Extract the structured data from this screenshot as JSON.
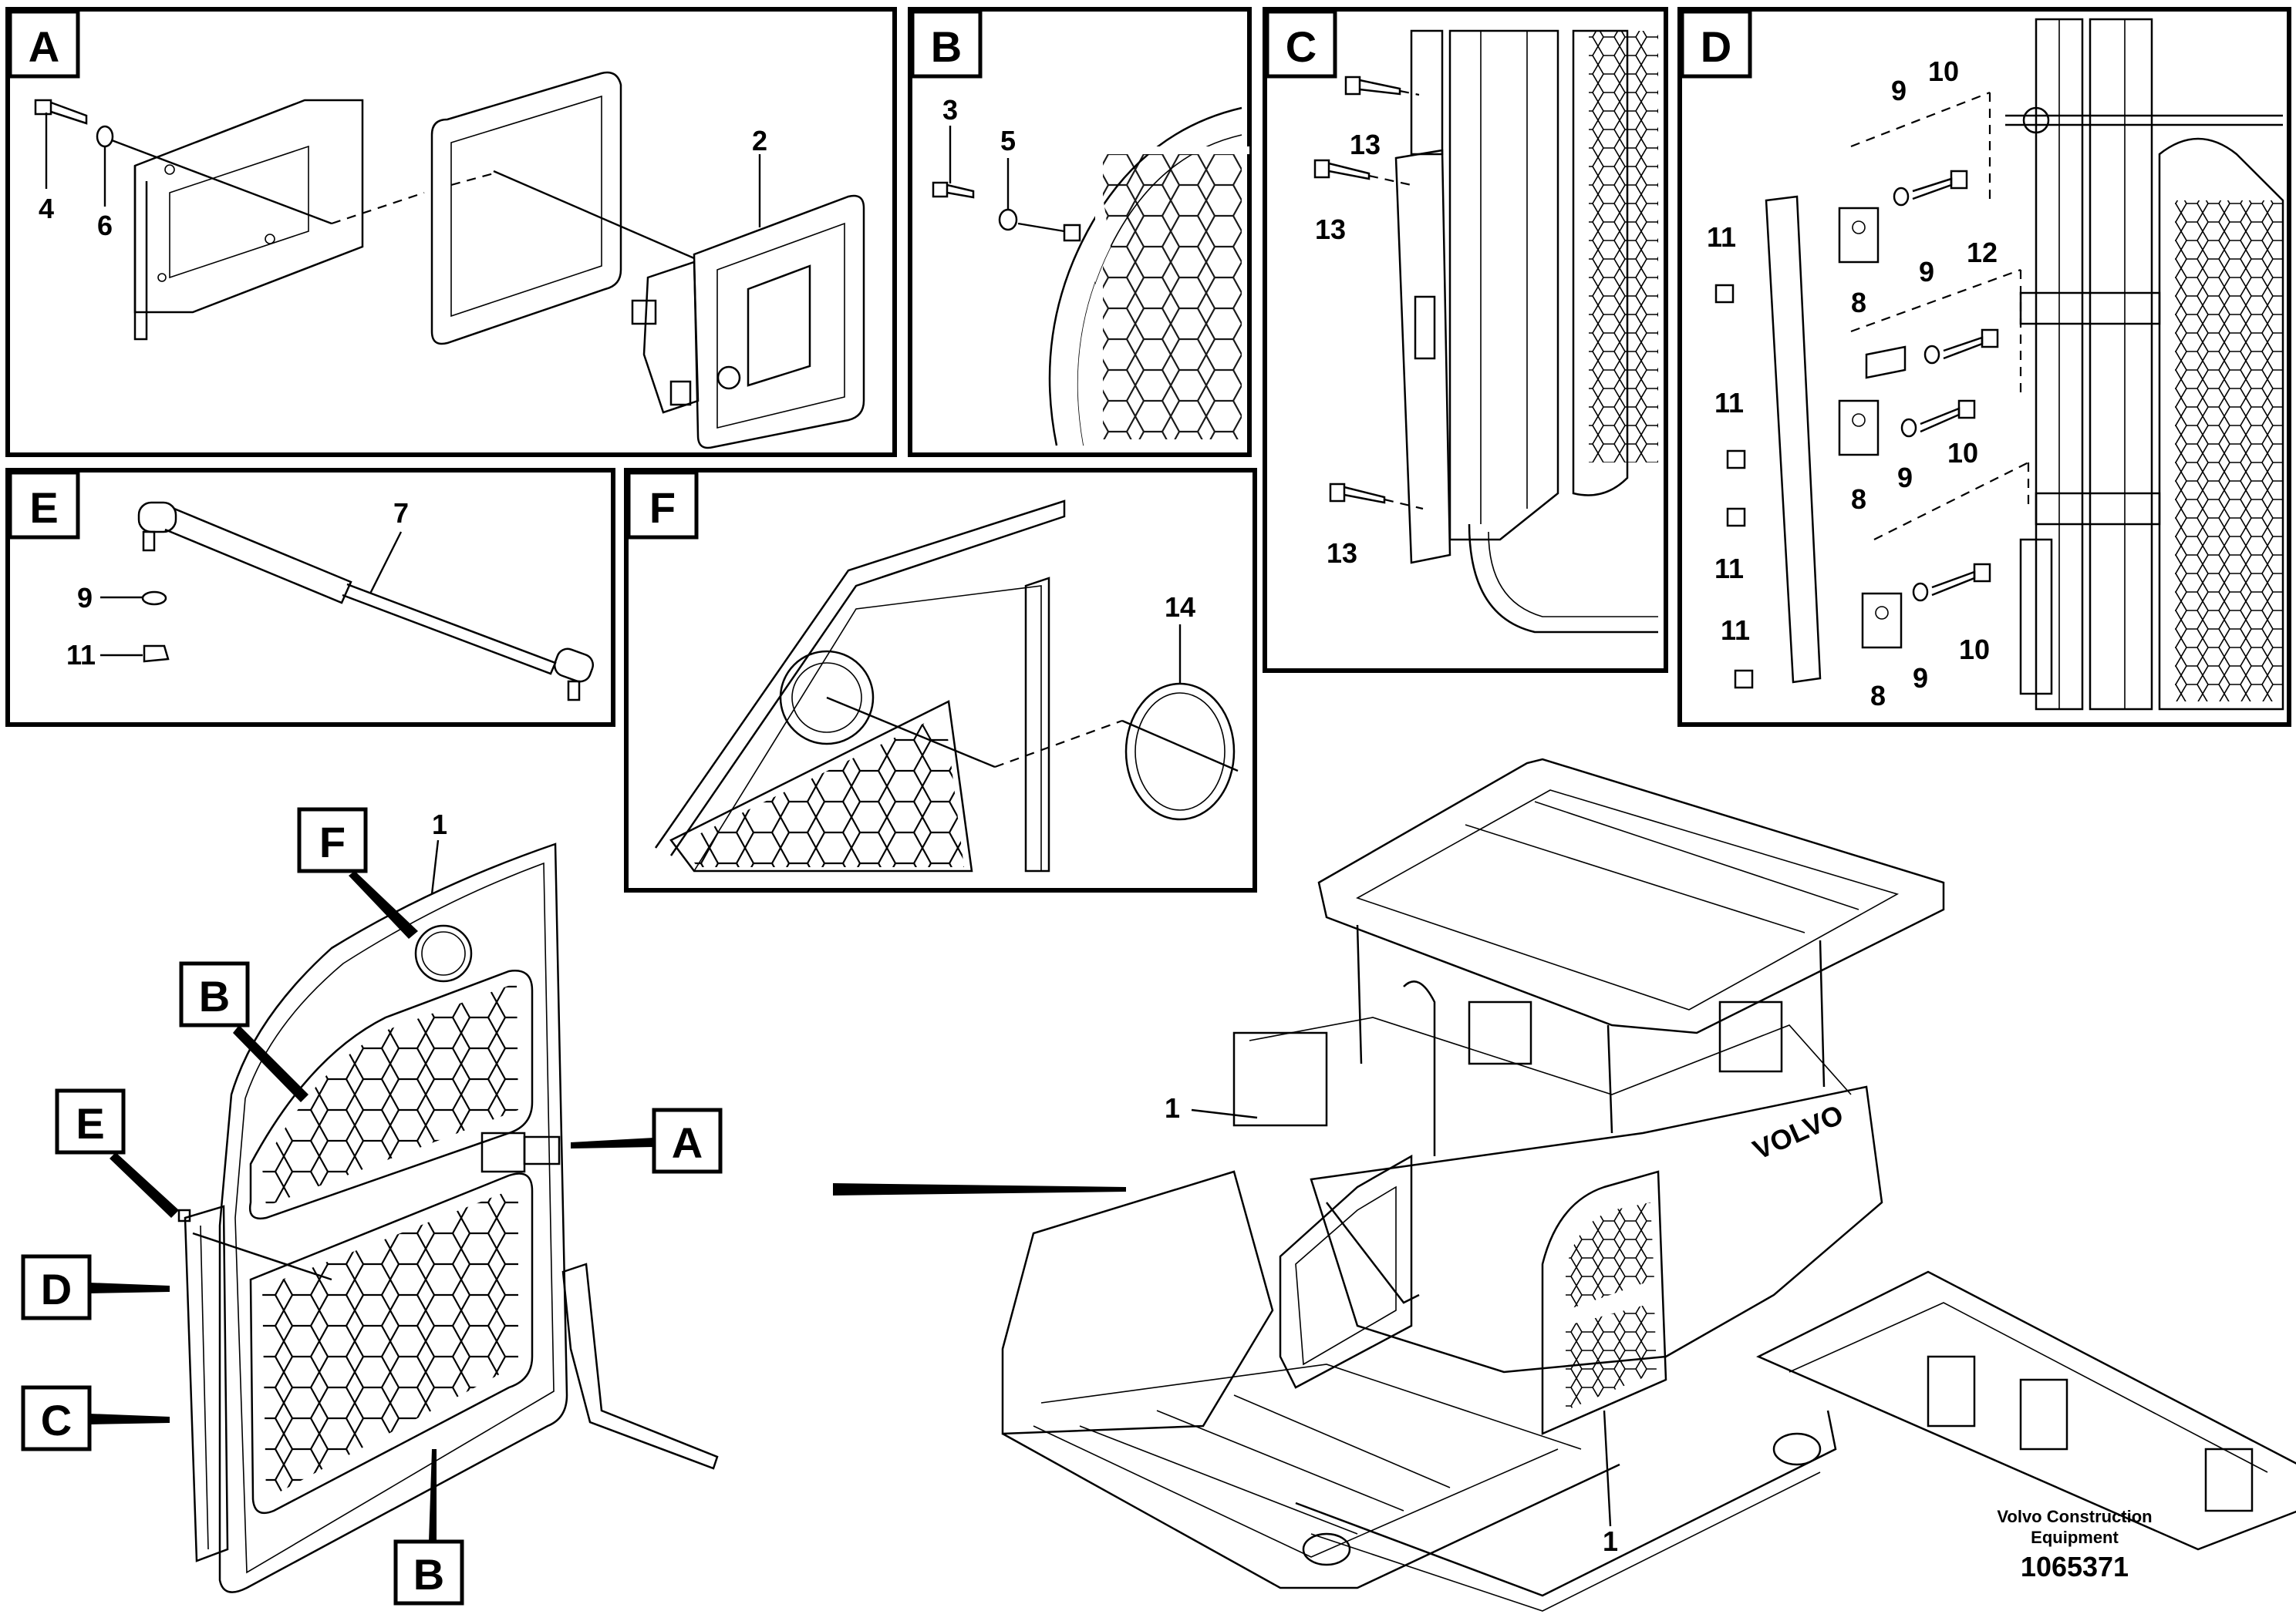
{
  "panels": {
    "a": {
      "letter": "A",
      "callouts": [
        "4",
        "6",
        "2"
      ]
    },
    "b": {
      "letter": "B",
      "callouts": [
        "3",
        "5"
      ]
    },
    "c": {
      "letter": "C",
      "callouts": [
        "13",
        "13",
        "13"
      ]
    },
    "d": {
      "letter": "D",
      "callouts": [
        "9",
        "10",
        "11",
        "12",
        "9",
        "8",
        "11",
        "10",
        "9",
        "8",
        "11",
        "11",
        "9",
        "10",
        "8"
      ]
    },
    "e": {
      "letter": "E",
      "callouts": [
        "7",
        "9",
        "11"
      ]
    },
    "f": {
      "letter": "F",
      "callouts": [
        "14"
      ]
    }
  },
  "door_view": {
    "pointer_tags": [
      "F",
      "B",
      "E",
      "A",
      "D",
      "C",
      "B"
    ],
    "callouts": [
      "1"
    ]
  },
  "machine_view": {
    "callouts": [
      "1",
      "1"
    ],
    "brand_mark": "VOLVO"
  },
  "footer": {
    "publisher_line1": "Volvo Construction",
    "publisher_line2": "Equipment",
    "drawing_number": "1065371"
  }
}
